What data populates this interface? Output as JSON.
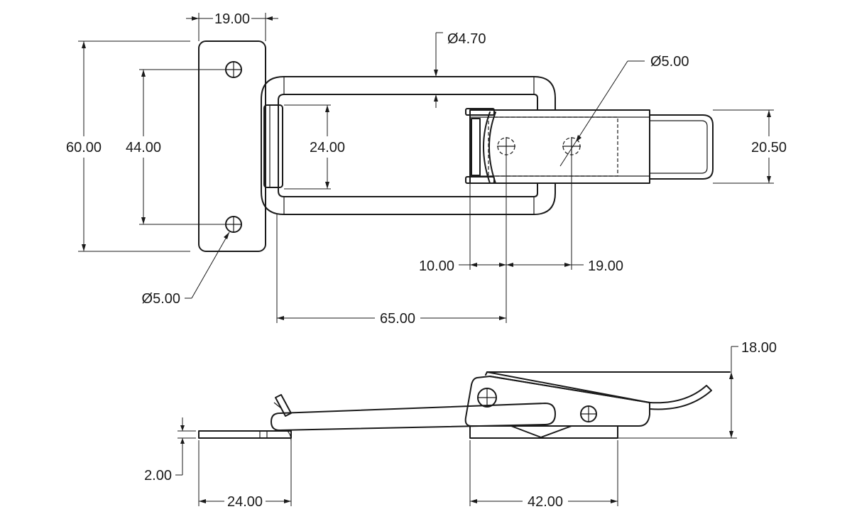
{
  "top_view": {
    "dimensions": {
      "plate_width": "19.00",
      "overall_height": "60.00",
      "hole_spacing": "44.00",
      "loop_inner_height": "24.00",
      "pin_diameter": "Ø4.70",
      "lever_hole_diameter": "Ø5.00",
      "lever_width": "20.50",
      "hole_offset_a": "10.00",
      "hole_offset_b": "19.00",
      "loop_length": "65.00",
      "plate_hole_diameter": "Ø5.00"
    }
  },
  "side_view": {
    "dimensions": {
      "overall_height": "18.00",
      "plate_thickness": "2.00",
      "strike_length": "24.00",
      "base_length": "42.00"
    }
  }
}
